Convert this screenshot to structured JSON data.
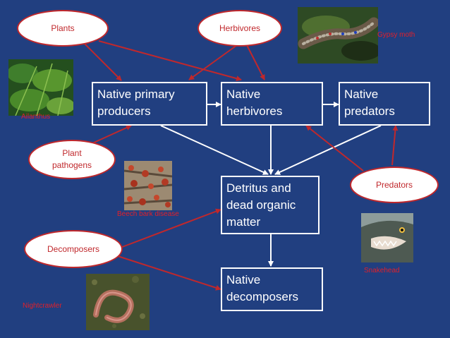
{
  "boxes": {
    "primary": "Native primary producers",
    "herbivores": "Native herbivores",
    "predators": "Native predators",
    "detritus": "Detritus and dead organic matter",
    "decomposers": "Native decomposers"
  },
  "ovals": {
    "plants": "Plants",
    "herbivores": "Herbivores",
    "pathogens": "Plant pathogens",
    "predators": "Predators",
    "decomposers": "Decomposers"
  },
  "photo_labels": {
    "gypsy": "Gypsy moth",
    "ailanthus": "Ailanthus",
    "beech": "Beech bark disease",
    "snakehead": "Snakehead",
    "nightcrawler": "Nightcrawler"
  },
  "colors": {
    "background": "#213f80",
    "native_arrow": "#ffffff",
    "invader_arrow": "#c0282c"
  }
}
